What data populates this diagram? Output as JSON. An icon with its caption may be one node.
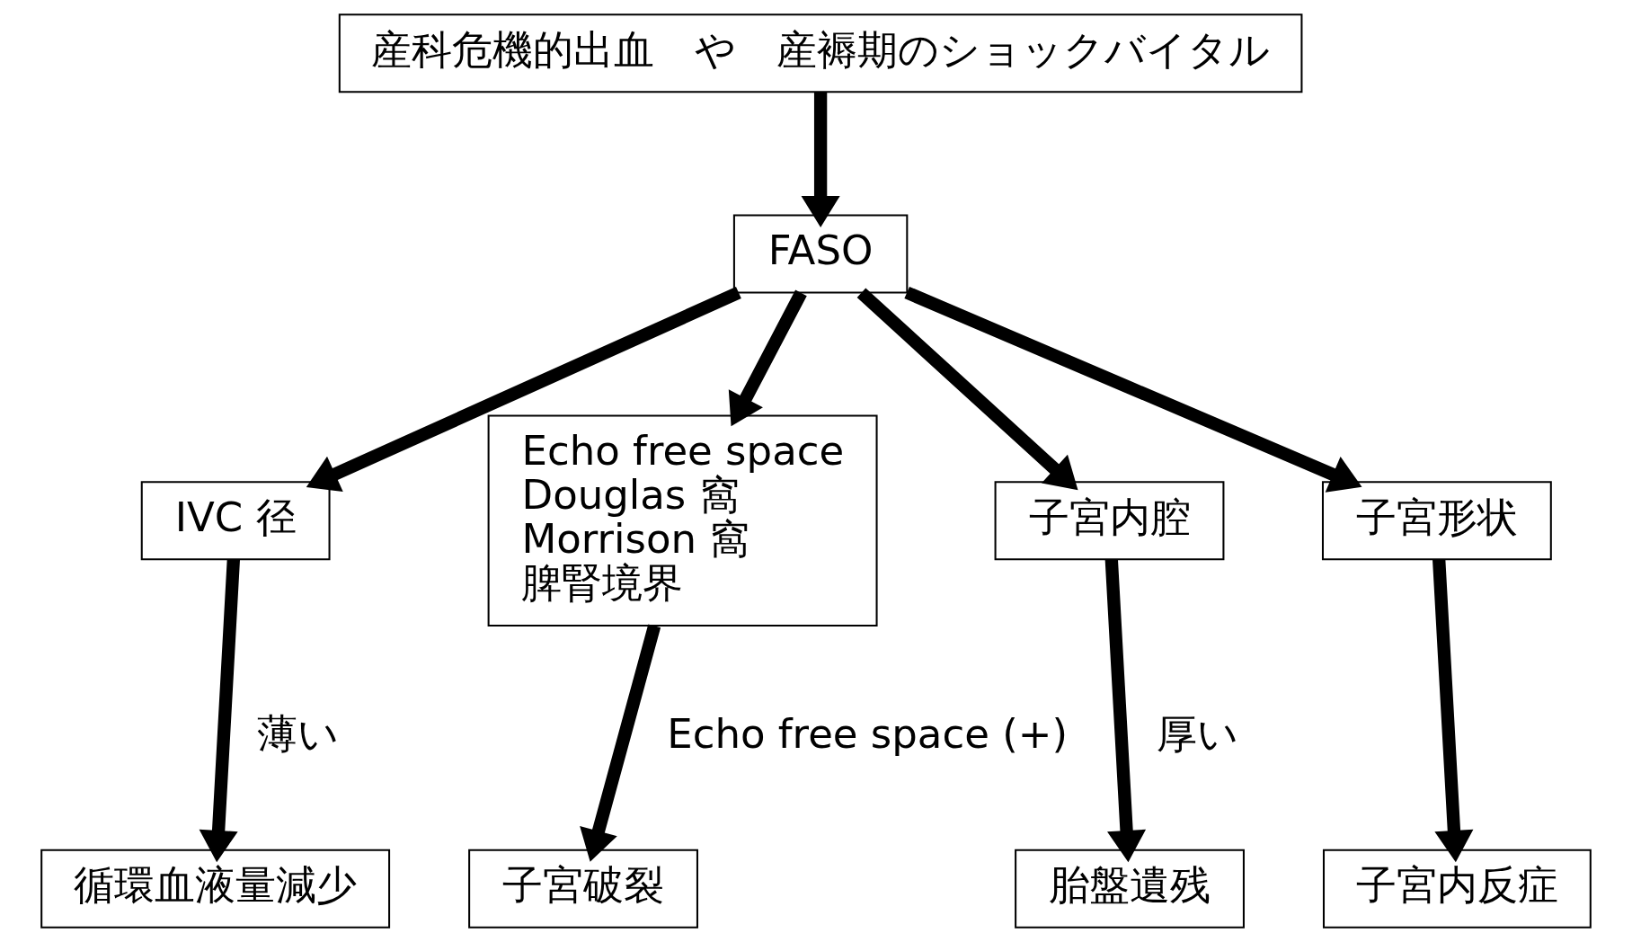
{
  "diagram": {
    "nodes": [
      {
        "text": [
          "産科危機的出血　や　産褥期のショックバイタル"
        ]
      },
      {
        "text": [
          "FASO"
        ]
      },
      {
        "text": [
          "IVC 径"
        ]
      },
      {
        "text": [
          "Echo free space",
          "Douglas 窩",
          "Morrison 窩",
          "脾腎境界"
        ]
      },
      {
        "text": [
          "子宮内腔"
        ]
      },
      {
        "text": [
          "子宮形状"
        ]
      },
      {
        "text": [
          "循環血液量減少"
        ]
      },
      {
        "text": [
          "子宮破裂"
        ]
      },
      {
        "text": [
          "胎盤遺残"
        ]
      },
      {
        "text": [
          "子宮内反症"
        ]
      }
    ],
    "edges": [
      {
        "from": 0,
        "to": 1,
        "arrow": "to"
      },
      {
        "from": 1,
        "to": 2,
        "arrow": "to"
      },
      {
        "from": 1,
        "to": 3,
        "arrow": "to"
      },
      {
        "from": 1,
        "to": 4,
        "arrow": "to"
      },
      {
        "from": 1,
        "to": 5,
        "arrow": "to"
      },
      {
        "from": 2,
        "to": 6,
        "arrow": "to",
        "label": "薄い"
      },
      {
        "from": 3,
        "to": 7,
        "arrow": "to",
        "label": "Echo free space (+)"
      },
      {
        "from": 4,
        "to": 8,
        "arrow": "to",
        "label": "厚い"
      },
      {
        "from": 5,
        "to": 9,
        "arrow": "to"
      }
    ]
  }
}
